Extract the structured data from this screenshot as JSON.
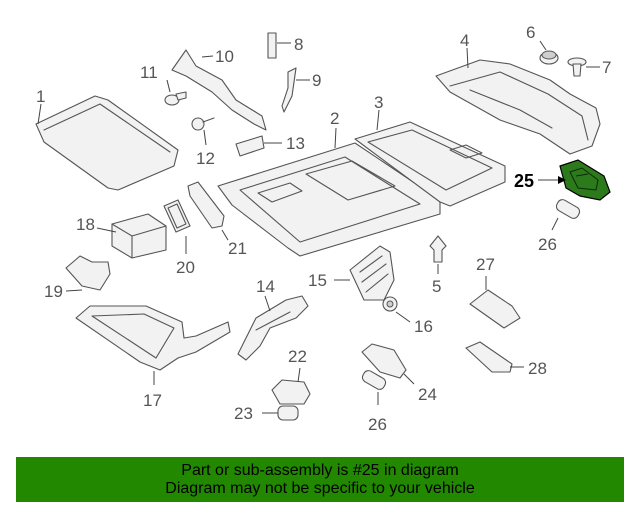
{
  "diagram": {
    "callouts": [
      "1",
      "2",
      "3",
      "4",
      "5",
      "6",
      "7",
      "8",
      "9",
      "10",
      "11",
      "12",
      "13",
      "14",
      "15",
      "16",
      "17",
      "18",
      "19",
      "20",
      "21",
      "22",
      "23",
      "24",
      "25",
      "26",
      "26",
      "27",
      "28"
    ],
    "highlighted_part": "25",
    "highlight_color": "#2d7a1c"
  },
  "banner": {
    "line1": "Part or sub-assembly is #25 in diagram",
    "line2": "Diagram may not be specific to your vehicle",
    "background": "#228800"
  }
}
